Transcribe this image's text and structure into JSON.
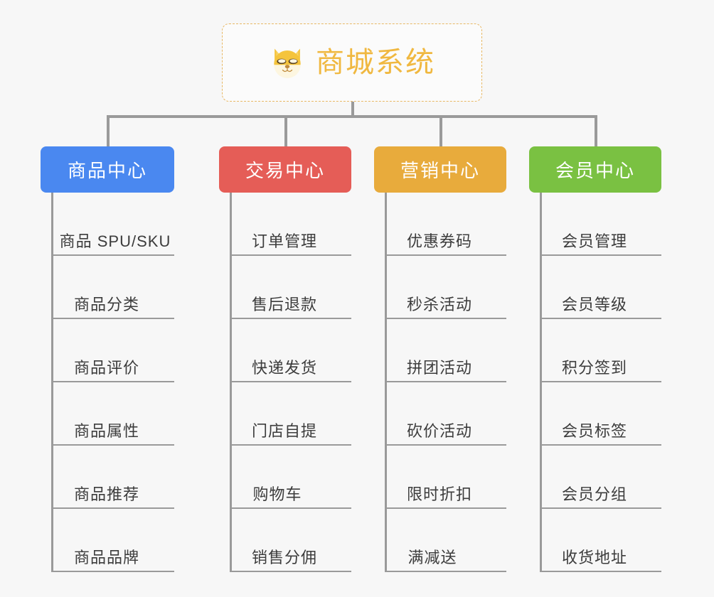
{
  "root": {
    "title": "商城系统",
    "icon": "shiba-dog-emoji",
    "color": "#f0b840",
    "border_color": "#e8b864"
  },
  "colors": {
    "background": "#f7f7f7",
    "connector": "#9a9a9a",
    "leaf_text": "#3c3c3c",
    "blue": "#4a88f0",
    "red": "#e55d57",
    "orange": "#e8ab3c",
    "green": "#7ac142"
  },
  "columns": [
    {
      "header": "商品中心",
      "color": "#4a88f0",
      "items": [
        {
          "label": "商品 SPU/SKU",
          "width": "u-w1"
        },
        {
          "label": "商品分类",
          "width": "u-w2"
        },
        {
          "label": "商品评价",
          "width": "u-w2"
        },
        {
          "label": "商品属性",
          "width": "u-w2"
        },
        {
          "label": "商品推荐",
          "width": "u-w2"
        },
        {
          "label": "商品品牌",
          "width": "u-w2"
        }
      ]
    },
    {
      "header": "交易中心",
      "color": "#e55d57",
      "items": [
        {
          "label": "订单管理",
          "width": "u-w2"
        },
        {
          "label": "售后退款",
          "width": "u-w2"
        },
        {
          "label": "快递发货",
          "width": "u-w2"
        },
        {
          "label": "门店自提",
          "width": "u-w2"
        },
        {
          "label": "购物车",
          "width": "u-w3"
        },
        {
          "label": "销售分佣",
          "width": "u-w2"
        }
      ]
    },
    {
      "header": "营销中心",
      "color": "#e8ab3c",
      "items": [
        {
          "label": "优惠券码",
          "width": "u-w2"
        },
        {
          "label": "秒杀活动",
          "width": "u-w2"
        },
        {
          "label": "拼团活动",
          "width": "u-w2"
        },
        {
          "label": "砍价活动",
          "width": "u-w2"
        },
        {
          "label": "限时折扣",
          "width": "u-w2"
        },
        {
          "label": "满减送",
          "width": "u-w3"
        }
      ]
    },
    {
      "header": "会员中心",
      "color": "#7ac142",
      "items": [
        {
          "label": "会员管理",
          "width": "u-w2"
        },
        {
          "label": "会员等级",
          "width": "u-w2"
        },
        {
          "label": "积分签到",
          "width": "u-w2"
        },
        {
          "label": "会员标签",
          "width": "u-w2"
        },
        {
          "label": "会员分组",
          "width": "u-w2"
        },
        {
          "label": "收货地址",
          "width": "u-w2"
        }
      ]
    }
  ]
}
